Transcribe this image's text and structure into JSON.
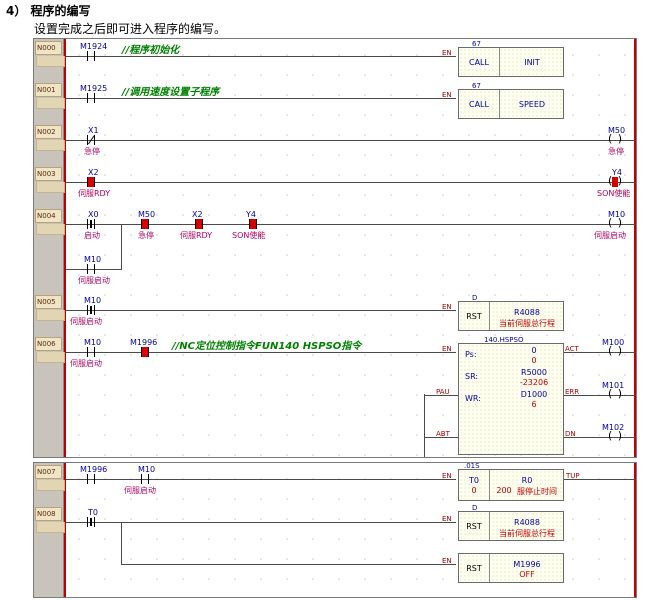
{
  "heading": "4） 程序的编写",
  "subheading": "设置完成之后即可进入程序的编写。",
  "rungs": {
    "n000": {
      "no": "N000",
      "contact": "M1924",
      "comment": "//程序初始化",
      "fb": {
        "num": "67",
        "op": "CALL",
        "arg": "INIT"
      },
      "pin_en": "EN"
    },
    "n001": {
      "no": "N001",
      "contact": "M1925",
      "comment": "//调用速度设置子程序",
      "fb": {
        "num": "67",
        "op": "CALL",
        "arg": "SPEED"
      },
      "pin_en": "EN"
    },
    "n002": {
      "no": "N002",
      "contact": "X1",
      "contact_comment": "急停",
      "coil": "M50",
      "coil_comment": "急停"
    },
    "n003": {
      "no": "N003",
      "contact": "X2",
      "contact_comment": "伺服RDY",
      "coil": "Y4",
      "coil_comment": "SON使能"
    },
    "n004": {
      "no": "N004",
      "c1": "X0",
      "c1_comment": "启动",
      "c2": "M50",
      "c2_comment": "急停",
      "c3": "X2",
      "c3_comment": "伺服RDY",
      "c4": "Y4",
      "c4_comment": "SON使能",
      "branch": "M10",
      "branch_comment": "伺服启动",
      "coil": "M10",
      "coil_comment": "伺服启动"
    },
    "n005": {
      "no": "N005",
      "contact": "M10",
      "contact_comment": "伺服启动",
      "fb": {
        "num": "D",
        "op": "RST",
        "arg": "R4088",
        "arg_comment": "当前伺服总行程"
      },
      "pin_en": "EN"
    },
    "n006": {
      "no": "N006",
      "c1": "M10",
      "c1_comment": "伺服启动",
      "c2": "M1996",
      "comment": "//NC定位控制指令FUN140 HSPSO指令",
      "fb": {
        "title": "140.HSPSO",
        "ps_label": "Ps:",
        "ps_value": "0",
        "ps_live": "0",
        "sr_label": "SR:",
        "sr_value": "R5000",
        "sr_live": "-23206",
        "wr_label": "WR:",
        "wr_value": "D1000",
        "wr_live": "6"
      },
      "pin_en": "EN",
      "pin_pau": "PAU",
      "pin_abt": "ABT",
      "pin_act": "ACT",
      "pin_err": "ERR",
      "pin_dn": "DN",
      "coil_act": "M100",
      "coil_err": "M101",
      "coil_dn": "M102"
    },
    "n007": {
      "no": "N007",
      "c1": "M1996",
      "c2": "M10",
      "c2_comment": "伺服启动",
      "fb": {
        "num": ".01S",
        "t_label": "T0",
        "t_live": "0",
        "arg": "R0",
        "arg_live": "200",
        "arg_comment": "服停止时间"
      },
      "pin_en": "EN",
      "pin_tup": "TUP"
    },
    "n008": {
      "no": "N008",
      "contact": "T0",
      "fb1": {
        "num": "D",
        "op": "RST",
        "arg": "R4088",
        "arg_comment": "当前伺服总行程"
      },
      "fb2": {
        "op": "RST",
        "arg": "M1996",
        "arg_live": "OFF"
      },
      "pin_en": "EN"
    }
  }
}
